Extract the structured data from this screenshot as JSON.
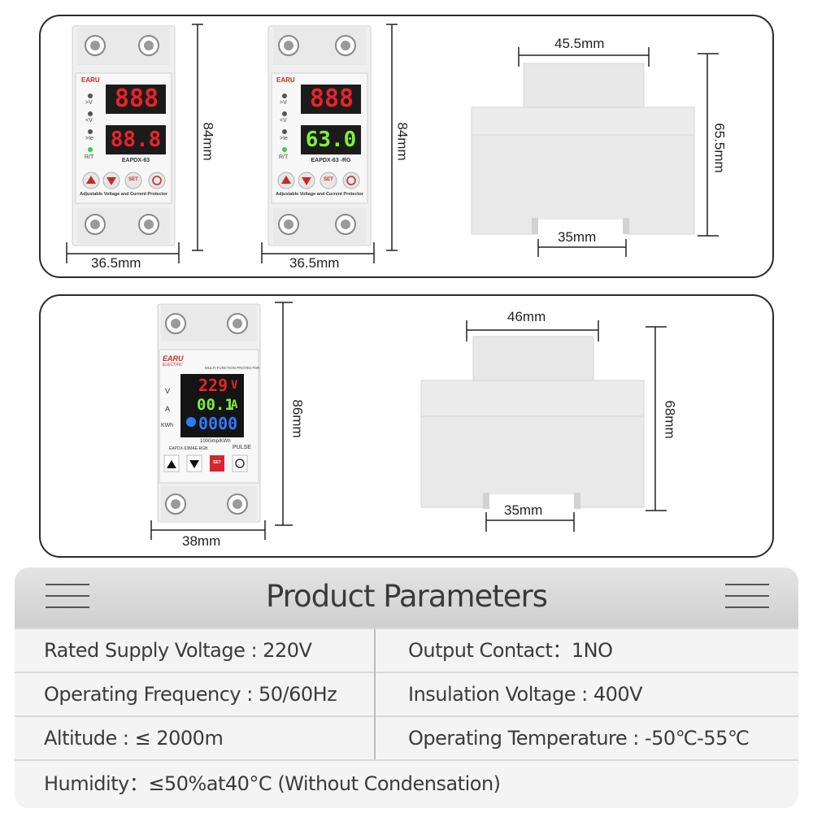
{
  "diagram1": {
    "device_a": {
      "brand": "EARU",
      "model": "EAPDX-63",
      "footer": "Adjustable Voltage and Current Protector",
      "display_top": "888",
      "display_bottom": "88.8",
      "ind_labels": [
        ">V",
        "<V",
        ">Ie",
        "R/T"
      ],
      "width_label": "36.5mm",
      "height_label": "84mm",
      "set_label": "SET"
    },
    "device_b": {
      "brand": "EARU",
      "model": "EAPDX-63 -RG",
      "footer": "Adjustable Voltage and Current Protector",
      "display_top": "888",
      "display_bottom": "63.0",
      "ind_labels": [
        ">V",
        "<V",
        ">Ie",
        "R/T"
      ],
      "width_label": "36.5mm",
      "height_label": "84mm",
      "set_label": "SET"
    },
    "side_view": {
      "top_width": "45.5mm",
      "height": "65.5mm",
      "bottom_width": "35mm"
    }
  },
  "diagram2": {
    "device": {
      "brand": "EARU",
      "brand_sub": "ELECTRIC",
      "title": "MULTI-FUNCTION PROTECTOR",
      "voltage": "229",
      "voltage_unit": "V",
      "current": "00.1",
      "current_unit": "A",
      "energy": "0000",
      "row_labels": [
        "V",
        "A",
        "KWh"
      ],
      "imp_text": "1000imp/KWh",
      "pulse_text": "PULSE",
      "model": "EAPDX-63MAE-RGB",
      "set_label": "SET",
      "width_label": "38mm",
      "height_label": "86mm"
    },
    "side_view": {
      "top_width": "46mm",
      "height": "68mm",
      "bottom_width": "35mm"
    }
  },
  "params": {
    "title": "Product Parameters",
    "rows": [
      {
        "left": "Rated Supply Voltage : 220V",
        "right": "Output Contact：1NO"
      },
      {
        "left": "Operating Frequency : 50/60Hz",
        "right": "Insulation Voltage : 400V"
      },
      {
        "left": "Altitude : ≤ 2000m",
        "right": "Operating Temperature : -50℃-55℃"
      }
    ],
    "full_row": "Humidity：≤50%at40°C (Without Condensation)"
  },
  "colors": {
    "red_segment": "#e8222a",
    "green_segment": "#7cf23c",
    "blue_segment": "#2f7bff",
    "device_body": "#f1f1f1",
    "panel_border": "#2a2a2a"
  }
}
